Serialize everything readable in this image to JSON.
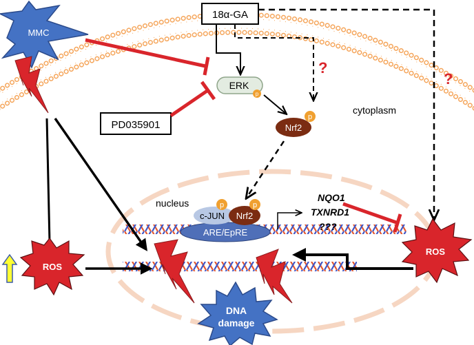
{
  "boxes": {
    "ga": "18α-GA",
    "pd": "PD035901"
  },
  "stars": {
    "mmc": "MMC",
    "ros_left": "ROS",
    "ros_right": "ROS",
    "dna_line1": "DNA",
    "dna_line2": "damage"
  },
  "proteins": {
    "erk": "ERK",
    "phospho": "p",
    "nrf2_cyto": "Nrf2",
    "cjun": "c-JUN",
    "nrf2_nucleus": "Nrf2",
    "are": "ARE/EpRE"
  },
  "compartments": {
    "cytoplasm": "cytoplasm",
    "nucleus": "nucleus"
  },
  "genes": [
    "NQO1",
    "TXNRD1",
    "???"
  ],
  "marks": {
    "unknown": "?"
  },
  "colors": {
    "membrane": "#f5a55a",
    "inhibition": "#d9252b",
    "star_blue": "#4472c4",
    "star_red": "#d9252b",
    "lightning": "#d9252b",
    "nrf2": "#7b2c12",
    "phospho": "#f0a030",
    "are_oval": "#4f6fb8",
    "up_arrow": "#ffff33"
  }
}
